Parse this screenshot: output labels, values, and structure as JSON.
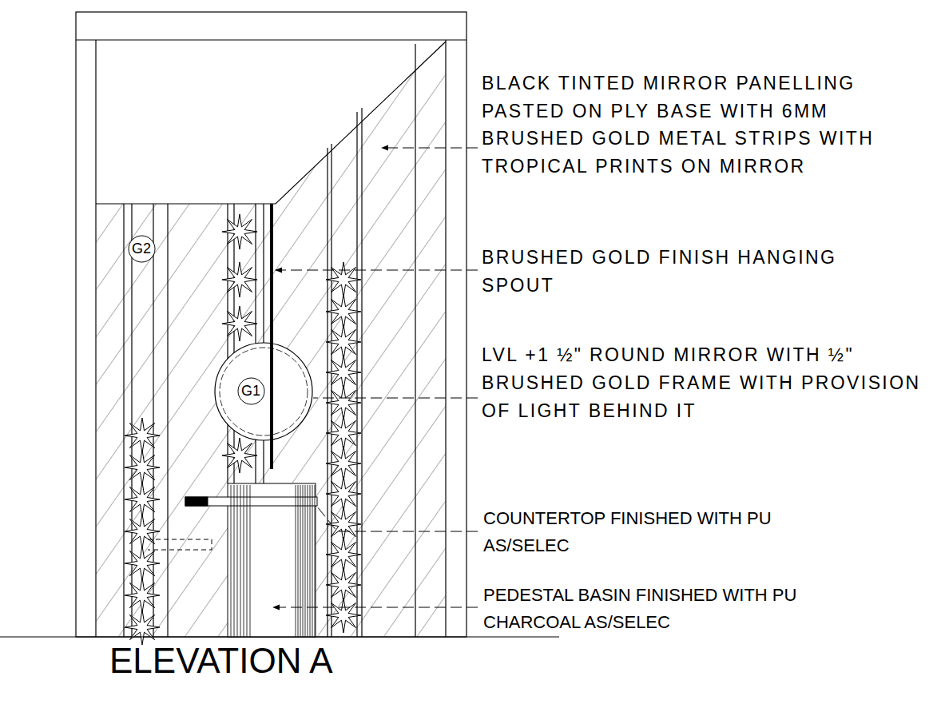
{
  "diagram": {
    "title": "ELEVATION A",
    "nodes": [
      {
        "text": [
          "G2"
        ]
      },
      {
        "text": [
          "G1"
        ]
      }
    ],
    "labels": [
      "BLACK TINTED MIRROR PANELLING PASTED ON PLY BASE WITH 6MM BRUSHED GOLD METAL STRIPS WITH TROPICAL PRINTS ON MIRROR",
      "BRUSHED GOLD FINISH HANGING SPOUT",
      "LVL +1 ½\" ROUND MIRROR WITH ½\" BRUSHED GOLD FRAME WITH PROVISION OF LIGHT BEHIND IT",
      "COUNTERTOP FINISHED WITH PU AS/SELEC",
      "PEDESTAL BASIN FINISHED WITH PU CHARCOAL AS/SELEC"
    ]
  }
}
